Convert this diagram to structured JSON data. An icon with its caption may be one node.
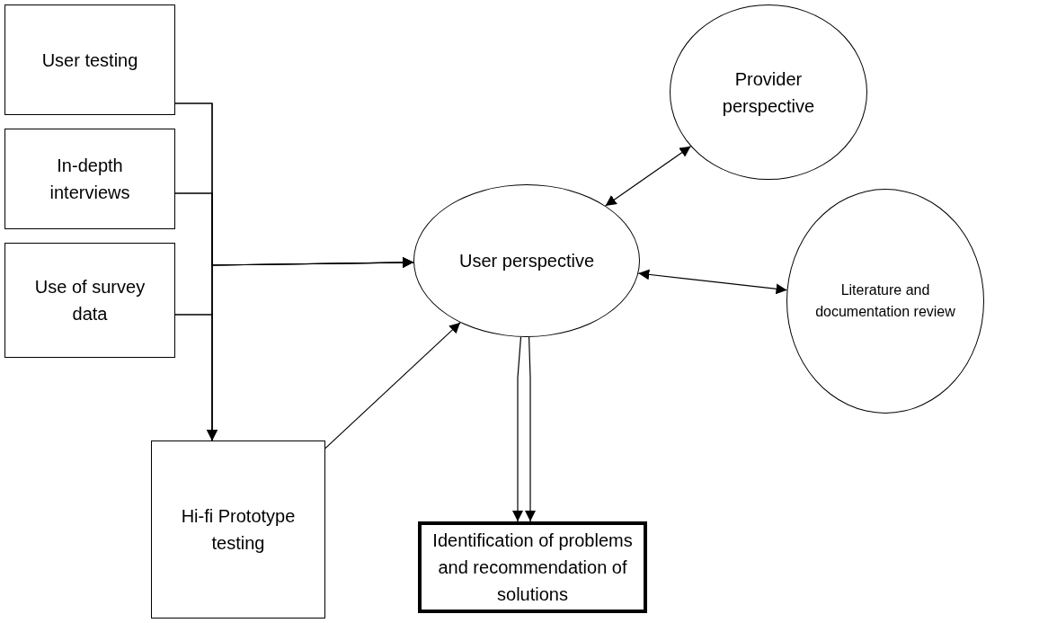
{
  "diagram": {
    "nodes": [
      {
        "text": [
          "User testing"
        ]
      },
      {
        "text": [
          "In-depth interviews"
        ]
      },
      {
        "text": [
          "Use of survey data"
        ]
      },
      {
        "text": [
          "Hi-fi Prototype testing"
        ]
      },
      {
        "text": [
          "User perspective"
        ]
      },
      {
        "text": [
          "Provider perspective"
        ]
      },
      {
        "text": [
          "Literature and documentation review"
        ]
      },
      {
        "text": [
          "Identification of problems and recommendation of solutions"
        ]
      }
    ],
    "edges": [
      {
        "from": 0,
        "to": 3,
        "arrow": "to"
      },
      {
        "from": 1,
        "to": 3,
        "arrow": "to"
      },
      {
        "from": 2,
        "to": 3,
        "arrow": "to"
      },
      {
        "from": 0,
        "to": 4,
        "arrow": "to"
      },
      {
        "from": 1,
        "to": 4,
        "arrow": "to"
      },
      {
        "from": 2,
        "to": 4,
        "arrow": "to"
      },
      {
        "from": 3,
        "to": 4,
        "arrow": "to"
      },
      {
        "from": 4,
        "to": 5,
        "arrow": "both"
      },
      {
        "from": 4,
        "to": 6,
        "arrow": "both"
      },
      {
        "from": 4,
        "to": 7,
        "arrow": "to"
      },
      {
        "from": 4,
        "to": 7,
        "arrow": "to"
      }
    ]
  }
}
